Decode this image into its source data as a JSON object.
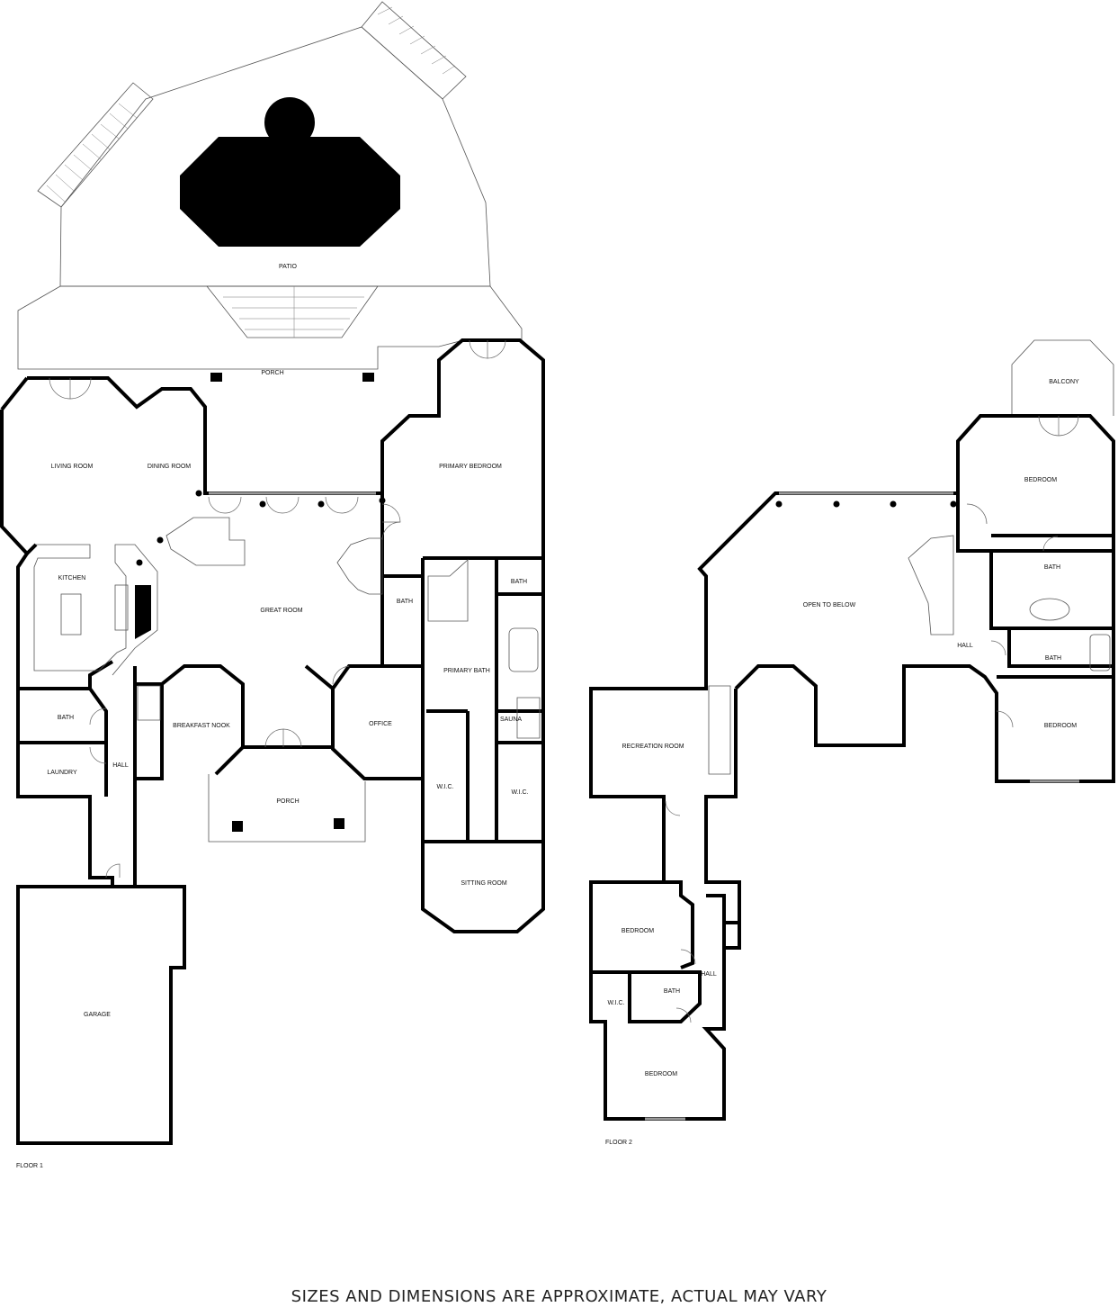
{
  "floor1": {
    "label": "FLOOR 1",
    "rooms": {
      "patio": "PATIO",
      "porch_top": "PORCH",
      "living_room": "LIVING ROOM",
      "dining_room": "DINING ROOM",
      "primary_bedroom": "PRIMARY BEDROOM",
      "kitchen": "KITCHEN",
      "great_room": "GREAT ROOM",
      "bath_small": "BATH",
      "bath_primary_side": "BATH",
      "primary_bath": "PRIMARY BATH",
      "bath_left": "BATH",
      "breakfast_nook": "BREAKFAST NOOK",
      "office": "OFFICE",
      "sauna": "SAUNA",
      "laundry": "LAUNDRY",
      "hall": "HALL",
      "wic_left": "W.I.C.",
      "wic_right": "W.I.C.",
      "porch_bottom": "PORCH",
      "sitting_room": "SITTING ROOM",
      "garage": "GARAGE"
    }
  },
  "floor2": {
    "label": "FLOOR 2",
    "rooms": {
      "balcony": "BALCONY",
      "bedroom_top": "BEDROOM",
      "bath_top": "BATH",
      "open_to_below": "OPEN TO BELOW",
      "hall_top": "HALL",
      "bath_mid": "BATH",
      "bedroom_right": "BEDROOM",
      "recreation_room": "RECREATION ROOM",
      "bedroom_left": "BEDROOM",
      "hall_bottom": "HALL",
      "wic": "W.I.C.",
      "bath_bottom": "BATH",
      "bedroom_bottom": "BEDROOM"
    }
  },
  "disclaimer": "SIZES AND DIMENSIONS ARE APPROXIMATE, ACTUAL MAY VARY"
}
